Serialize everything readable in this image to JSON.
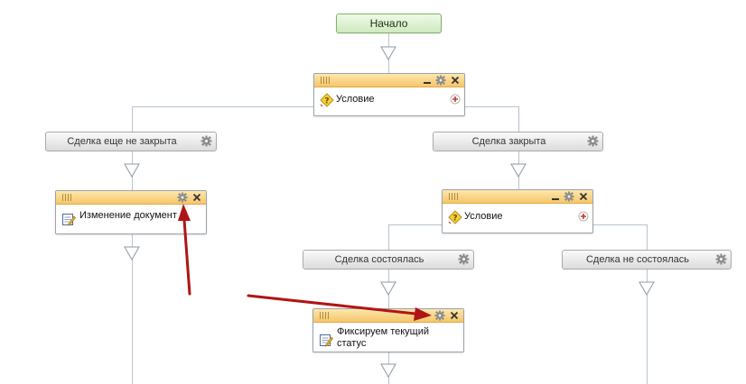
{
  "start": {
    "label": "Начало"
  },
  "condition1": {
    "title": "Условие"
  },
  "branches": {
    "not_closed": "Сделка еще не закрыта",
    "closed": "Сделка закрыта",
    "success": "Сделка состоялась",
    "fail": "Сделка не состоялась"
  },
  "change_doc": {
    "title": "Изменение документ"
  },
  "condition2": {
    "title": "Условие"
  },
  "fix_status": {
    "title_line1": "Фиксируем текущий",
    "title_line2": "статус"
  },
  "colors": {
    "start_fill": "#cfeac0",
    "block_header": "#f6c66a",
    "connector": "#b7c4cf",
    "annotation_arrow": "#b01515",
    "plus_icon": "#c0392b"
  },
  "icons": {
    "condition": "question-diamond-icon",
    "edit_document": "edit-document-icon",
    "settings": "gear-icon",
    "close": "close-icon",
    "minimize": "minimize-icon",
    "add": "add-circle-icon",
    "drag": "drag-grip-icon"
  }
}
